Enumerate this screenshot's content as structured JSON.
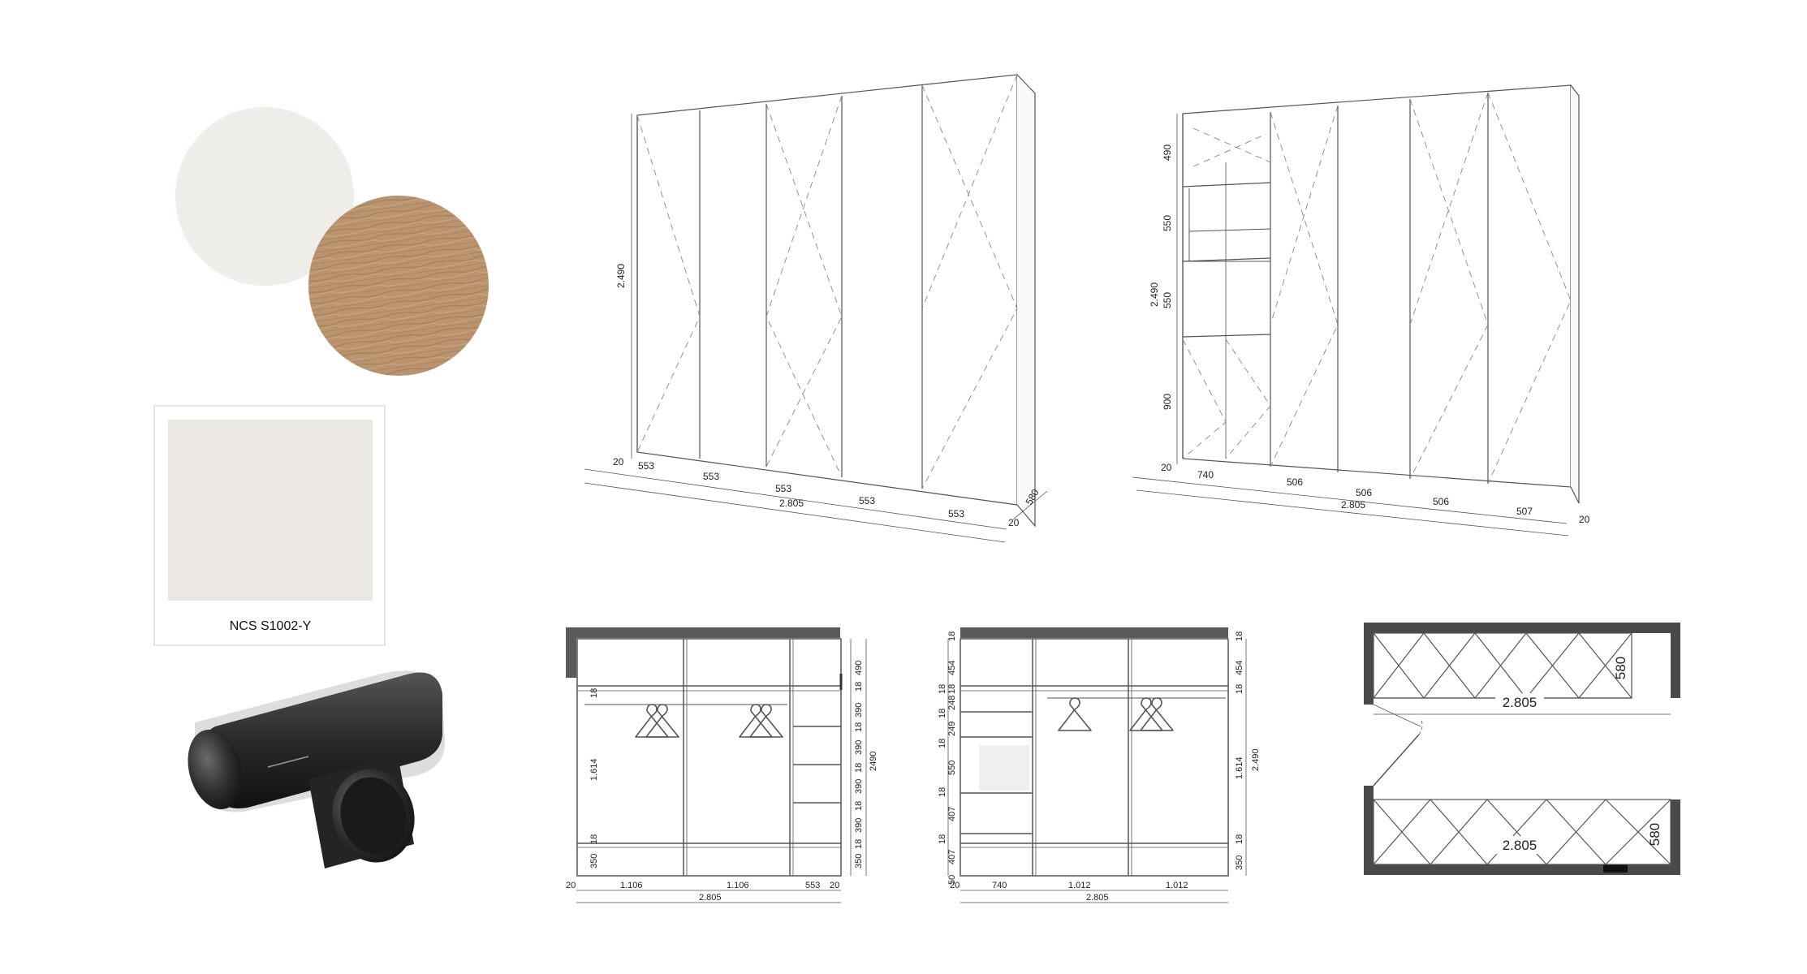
{
  "materials": {
    "ncs_label": "NCS S1002-Y",
    "colors": {
      "white_fabric": "#f1efea",
      "oak": "#b89470",
      "ncs": "#ebe8e3",
      "handle": "#2b2b2b"
    }
  },
  "icons": {
    "handle": "t-bar-handle-icon",
    "hanger": "coat-hanger-icon"
  },
  "persp1": {
    "height": "2.490",
    "base": "20",
    "total": "2.805",
    "depth": "580",
    "base2": "20",
    "widths": [
      "553",
      "553",
      "553",
      "553",
      "553"
    ]
  },
  "persp2": {
    "height": "2.490",
    "base": "20",
    "total": "2.805",
    "base2": "20",
    "widths": [
      "740",
      "506",
      "506",
      "506",
      "507"
    ],
    "vdims": [
      "490",
      "550",
      "550",
      "900"
    ]
  },
  "elev1": {
    "right_vdims": [
      "18",
      "490",
      "18",
      "390",
      "18",
      "390",
      "18",
      "390",
      "18",
      "390",
      "18",
      "350"
    ],
    "total_height": "2490",
    "left_vdims": [
      "18",
      "1.614",
      "18",
      "350"
    ],
    "bottom": [
      "20",
      "1.106",
      "1.106",
      "553",
      "20"
    ],
    "total": "2.805"
  },
  "elev2": {
    "left_vdims": [
      "18",
      "454",
      "18",
      "18",
      "248",
      "18",
      "249",
      "18",
      "550",
      "18",
      "407",
      "18",
      "407",
      "50"
    ],
    "right_vdims": [
      "18",
      "454",
      "18",
      "1.614",
      "18",
      "350"
    ],
    "total_height": "2.490",
    "bottom": [
      "20",
      "740",
      "1.012",
      "1.012"
    ],
    "total": "2.805"
  },
  "plan": {
    "top_width": "2.805",
    "top_depth": "580",
    "bottom_width": "2.805",
    "bottom_depth": "580"
  }
}
